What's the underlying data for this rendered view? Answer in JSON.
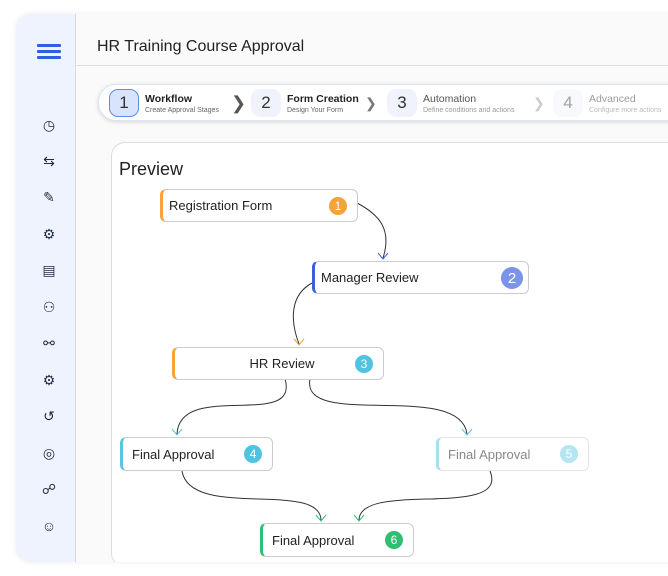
{
  "header": {
    "title": "HR Training Course Approval"
  },
  "sidebar": {
    "icons": [
      "dashboard-icon",
      "workflow-icon",
      "form-edit-icon",
      "idea-settings-icon",
      "news-icon",
      "user-settings-icon",
      "network-icon",
      "flow-settings-icon",
      "history-icon",
      "speed-settings-icon",
      "hierarchy-icon",
      "support-agent-icon"
    ]
  },
  "stepper": [
    {
      "num": "1",
      "label": "Workflow",
      "sub": "Create Approval Stages"
    },
    {
      "num": "2",
      "label": "Form Creation",
      "sub": "Design Your Form"
    },
    {
      "num": "3",
      "label": "Automation",
      "sub": "Define conditions and actions"
    },
    {
      "num": "4",
      "label": "Advanced",
      "sub": "Configure more actions"
    }
  ],
  "preview": {
    "title": "Preview",
    "nodes": [
      {
        "label": "Registration Form",
        "num": "1",
        "color": "#f5a33b"
      },
      {
        "label": "Manager Review",
        "num": "2",
        "color": "#3b5fd9",
        "badge": "#7b93e8"
      },
      {
        "label": "HR Review",
        "num": "3",
        "color": "#f5a33b",
        "badge": "#4fc3e0"
      },
      {
        "label": "Final Approval",
        "num": "4",
        "color": "#5ec3e0"
      },
      {
        "label": "Final Approval",
        "num": "5",
        "color": "#a9def0"
      },
      {
        "label": "Final Approval",
        "num": "6",
        "color": "#2fbf71"
      }
    ]
  }
}
